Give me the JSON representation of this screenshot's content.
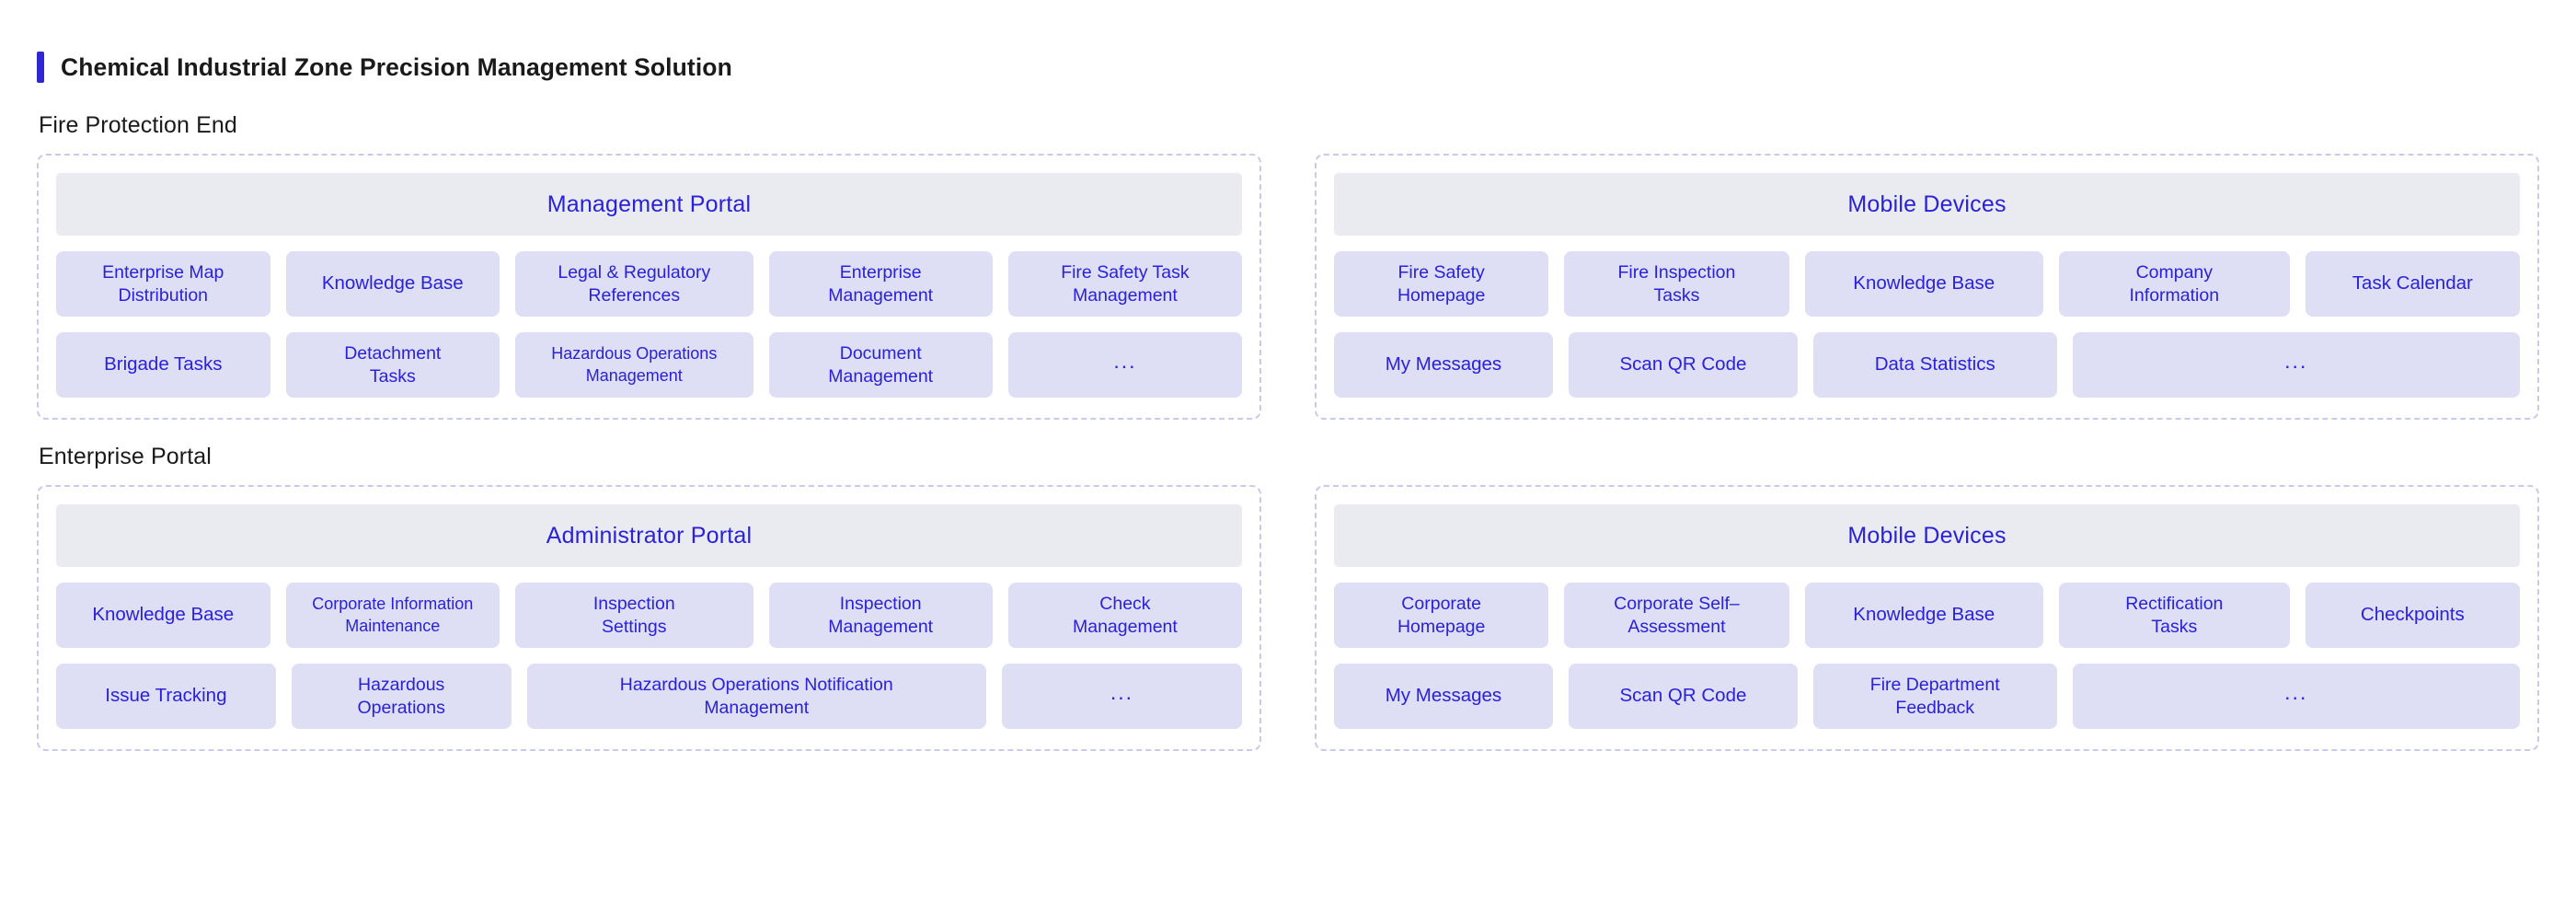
{
  "page": {
    "title": "Chemical Industrial Zone Precision Management Solution",
    "accent_color": "#3026d4",
    "card_bg_color": "#dedef5",
    "card_text_color": "#2a21d8",
    "panel_header_bg_color": "#eaebf0",
    "panel_border_color": "#c9caea"
  },
  "sections": [
    {
      "label": "Fire Protection End",
      "panels": [
        {
          "header": "Management Portal",
          "rows": [
            [
              {
                "label": "Enterprise Map\nDistribution",
                "size": "md",
                "flex": 1.0
              },
              {
                "label": "Knowledge Base",
                "size": "lg",
                "flex": 1.0
              },
              {
                "label": "Legal & Regulatory\nReferences",
                "size": "md",
                "flex": 1.12
              },
              {
                "label": "Enterprise\nManagement",
                "size": "md",
                "flex": 1.05
              },
              {
                "label": "Fire Safety Task\nManagement",
                "size": "md",
                "flex": 1.1
              }
            ],
            [
              {
                "label": "Brigade Tasks",
                "size": "lg",
                "flex": 1.0
              },
              {
                "label": "Detachment\nTasks",
                "size": "md",
                "flex": 1.0
              },
              {
                "label": "Hazardous Operations\nManagement",
                "size": "sm",
                "flex": 1.12
              },
              {
                "label": "Document\nManagement",
                "size": "md",
                "flex": 1.05
              },
              {
                "label": "...",
                "size": "lg",
                "flex": 1.1,
                "ellipsis": true
              }
            ]
          ]
        },
        {
          "header": "Mobile Devices",
          "rows": [
            [
              {
                "label": "Fire Safety\nHomepage",
                "size": "md",
                "flex": 1.0
              },
              {
                "label": "Fire Inspection\nTasks",
                "size": "md",
                "flex": 1.05
              },
              {
                "label": "Knowledge Base",
                "size": "lg",
                "flex": 1.12
              },
              {
                "label": "Company\nInformation",
                "size": "md",
                "flex": 1.08
              },
              {
                "label": "Task Calendar",
                "size": "lg",
                "flex": 1.0
              }
            ],
            [
              {
                "label": "My Messages",
                "size": "lg",
                "flex": 1.0
              },
              {
                "label": "Scan QR Code",
                "size": "lg",
                "flex": 1.05
              },
              {
                "label": "Data Statistics",
                "size": "lg",
                "flex": 1.12
              },
              {
                "label": "...",
                "size": "lg",
                "flex": 2.12,
                "ellipsis": true
              }
            ]
          ]
        }
      ]
    },
    {
      "label": "Enterprise Portal",
      "panels": [
        {
          "header": "Administrator Portal",
          "rows": [
            [
              {
                "label": "Knowledge Base",
                "size": "lg",
                "flex": 1.0
              },
              {
                "label": "Corporate Information\nMaintenance",
                "size": "sm",
                "flex": 1.0
              },
              {
                "label": "Inspection\nSettings",
                "size": "md",
                "flex": 1.12
              },
              {
                "label": "Inspection\nManagement",
                "size": "md",
                "flex": 1.05
              },
              {
                "label": "Check\nManagement",
                "size": "md",
                "flex": 1.1
              }
            ],
            [
              {
                "label": "Issue Tracking",
                "size": "lg",
                "flex": 1.0
              },
              {
                "label": "Hazardous\nOperations",
                "size": "md",
                "flex": 1.0
              },
              {
                "label": "Hazardous Operations Notification\nManagement",
                "size": "md",
                "flex": 2.17
              },
              {
                "label": "...",
                "size": "lg",
                "flex": 1.1,
                "ellipsis": true
              }
            ]
          ]
        },
        {
          "header": "Mobile Devices",
          "rows": [
            [
              {
                "label": "Corporate\nHomepage",
                "size": "md",
                "flex": 1.0
              },
              {
                "label": "Corporate Self–\nAssessment",
                "size": "md",
                "flex": 1.05
              },
              {
                "label": "Knowledge Base",
                "size": "lg",
                "flex": 1.12
              },
              {
                "label": "Rectification\nTasks",
                "size": "md",
                "flex": 1.08
              },
              {
                "label": "Checkpoints",
                "size": "lg",
                "flex": 1.0
              }
            ],
            [
              {
                "label": "My Messages",
                "size": "lg",
                "flex": 1.0
              },
              {
                "label": "Scan QR Code",
                "size": "lg",
                "flex": 1.05
              },
              {
                "label": "Fire Department\nFeedback",
                "size": "md",
                "flex": 1.12
              },
              {
                "label": "...",
                "size": "lg",
                "flex": 2.12,
                "ellipsis": true
              }
            ]
          ]
        }
      ]
    }
  ]
}
